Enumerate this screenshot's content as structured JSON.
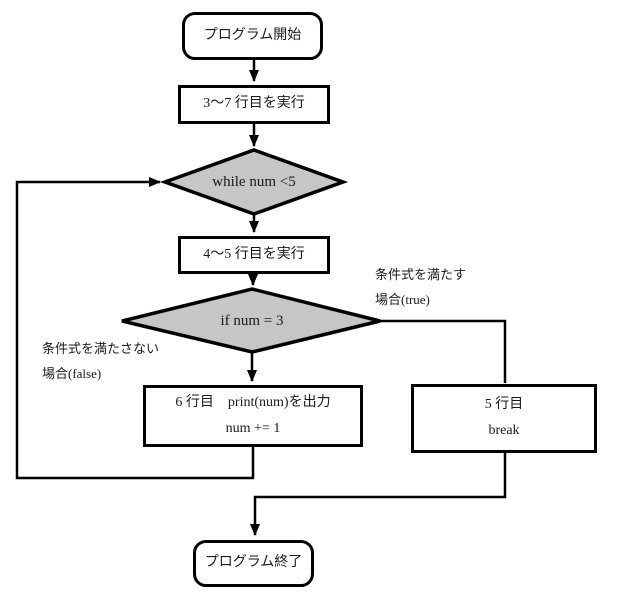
{
  "diagram": {
    "title": "while-loop break flowchart",
    "nodes": {
      "start": {
        "label": "プログラム開始"
      },
      "step1": {
        "label": "3〜7 行目を実行"
      },
      "while": {
        "label": "while num <5"
      },
      "step2": {
        "label": "4〜5 行目を実行"
      },
      "if": {
        "label": "if num = 3"
      },
      "false_box": {
        "line1": "6 行目　print(num)を出力",
        "line2": "num += 1"
      },
      "true_box": {
        "line1": "5 行目",
        "line2": "break"
      },
      "end": {
        "label": "プログラム終了"
      }
    },
    "edge_labels": {
      "false_branch": {
        "line1": "条件式を満たさない",
        "line2": "場合(false)"
      },
      "true_branch": {
        "line1": "条件式を満たす",
        "line2": "場合(true)"
      }
    },
    "colors": {
      "diamond_fill": "#c6c6c6",
      "line": "#000000",
      "background": "#ffffff"
    }
  }
}
